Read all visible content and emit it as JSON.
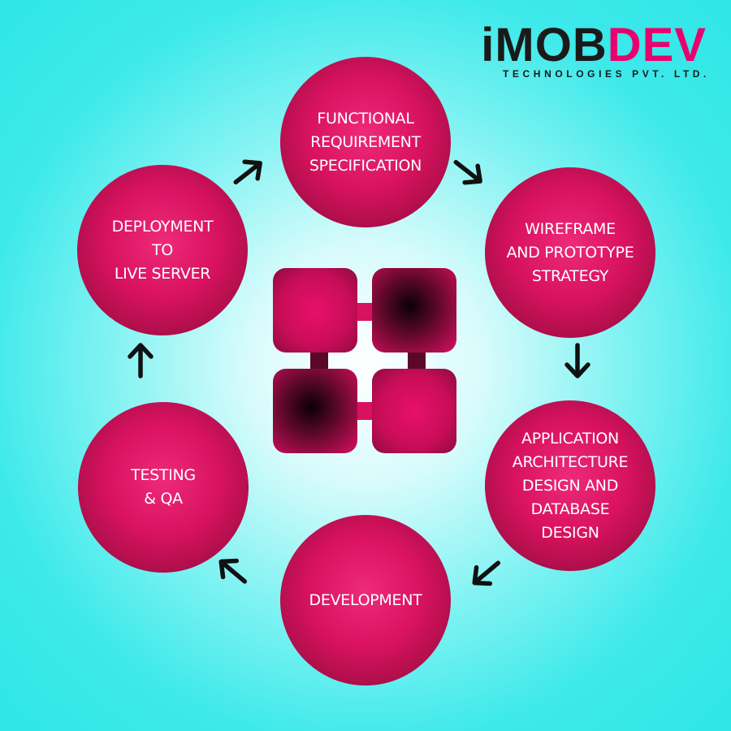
{
  "brand": {
    "name_part1": "iMOB",
    "name_part2": "DEV",
    "tagline": "TECHNOLOGIES PVT. LTD.",
    "colors": {
      "dark": "#1a1a1a",
      "accent": "#e8006f"
    }
  },
  "steps": [
    {
      "label": "FUNCTIONAL\nREQUIREMENT\nSPECIFICATION"
    },
    {
      "label": "WIREFRAME\nAND PROTOTYPE\nSTRATEGY"
    },
    {
      "label": "APPLICATION\nARCHITECTURE\nDESIGN AND\nDATABASE\nDESIGN"
    },
    {
      "label": "DEVELOPMENT"
    },
    {
      "label": "TESTING\n& QA"
    },
    {
      "label": "DEPLOYMENT\nTO\nLIVE SERVER"
    }
  ],
  "icons": {
    "arrow": "cycle-arrow-icon",
    "center": "puzzle-blocks-icon"
  },
  "colors": {
    "circle": "#d8125f",
    "background": "#3ee9ea",
    "arrow": "#111111"
  }
}
